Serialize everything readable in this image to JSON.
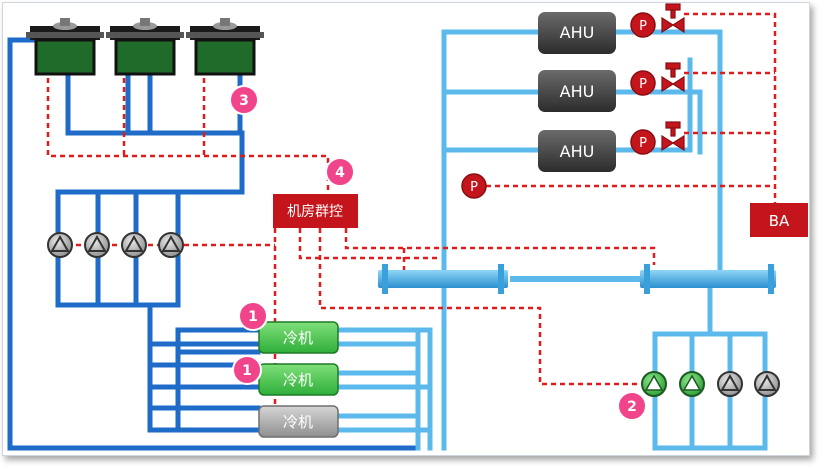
{
  "labels": {
    "ahu": [
      "AHU",
      "AHU",
      "AHU"
    ],
    "p": "P",
    "ba": "BA",
    "group_control": "机房群控",
    "chillers": [
      "冷机",
      "冷机",
      "冷机"
    ],
    "markers": [
      "3",
      "4",
      "1",
      "1",
      "2"
    ]
  },
  "colors": {
    "pipe_dark": "#1e6bc8",
    "pipe_light": "#5bb9ec",
    "control_red": "#e01b1b",
    "box_red": "#c4151c",
    "chiller_on": "#45c94e",
    "chiller_off": "#a9a9a9",
    "marker_pink": "#f0458a"
  },
  "states": {
    "chillers": [
      "running",
      "running",
      "stopped"
    ],
    "condenser_pumps": [
      "stopped",
      "stopped",
      "stopped",
      "stopped"
    ],
    "chilled_pumps": [
      "running",
      "running",
      "stopped",
      "stopped"
    ]
  }
}
